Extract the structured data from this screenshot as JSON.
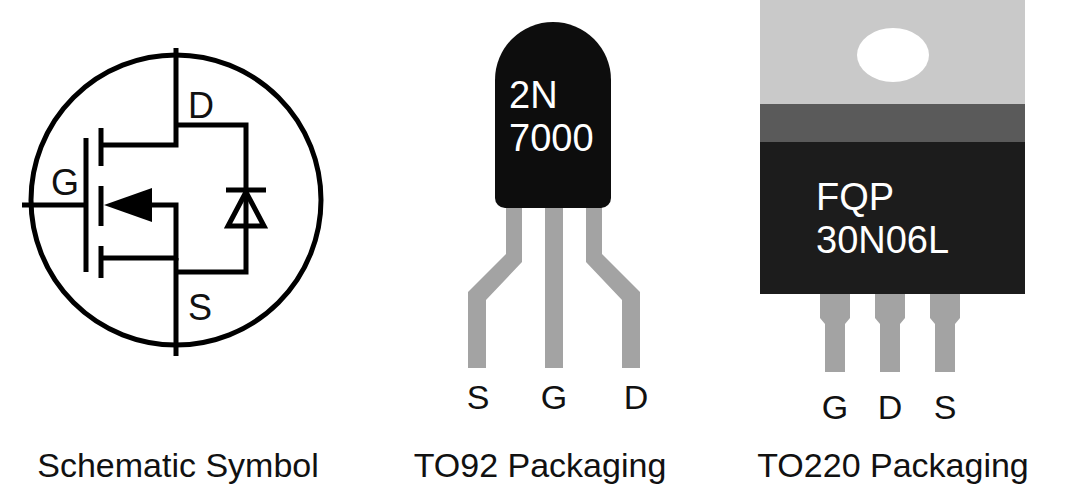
{
  "diagram": {
    "nodes": [
      {
        "text": [
          "2N 7000"
        ]
      },
      {
        "text": [
          "FQP 30N06L"
        ]
      }
    ],
    "labels": [
      "D",
      "G",
      "S",
      "S",
      "G",
      "D",
      "G",
      "D",
      "S",
      "Schematic Symbol",
      "TO92 Packaging",
      "TO220 Packaging"
    ]
  }
}
